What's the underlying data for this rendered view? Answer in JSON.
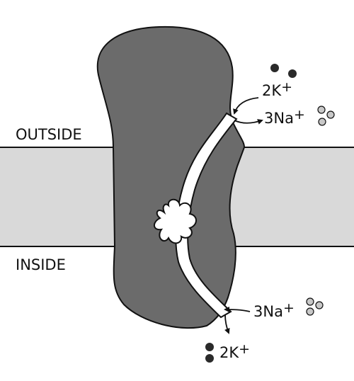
{
  "labels": {
    "outside": "OUTSIDE",
    "inside": "INSIDE"
  },
  "ions": {
    "top_k": {
      "count": "2",
      "symbol": "K",
      "charge": "+"
    },
    "top_na": {
      "count": "3",
      "symbol": "Na",
      "charge": "+"
    },
    "bottom_na": {
      "count": "3",
      "symbol": "Na",
      "charge": "+"
    },
    "bottom_k": {
      "count": "2",
      "symbol": "K",
      "charge": "+"
    }
  },
  "colors": {
    "membrane": "#d9d9d9",
    "protein": "#6b6b6b",
    "k_ion": "#2a2a2a",
    "na_ion": "#c8c8c8",
    "outline": "#111111"
  }
}
